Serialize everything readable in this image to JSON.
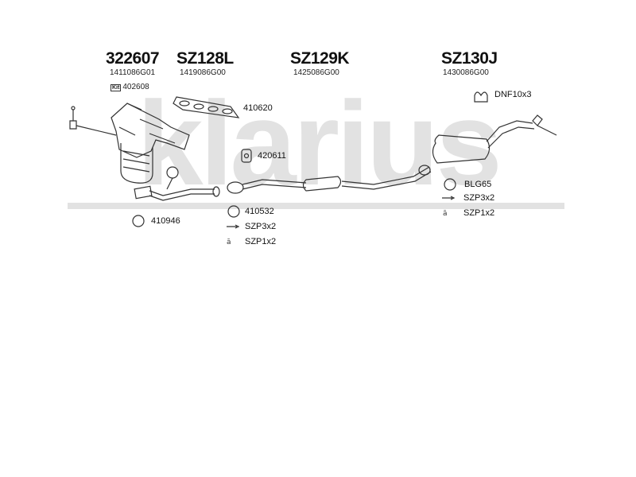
{
  "watermark": "klarius",
  "parts": {
    "p1": {
      "code": "322607",
      "sub": "1411086G01"
    },
    "p2": {
      "code": "SZ128L",
      "sub": "1419086G00"
    },
    "p3": {
      "code": "SZ129K",
      "sub": "1425086G00"
    },
    "p4": {
      "code": "SZ130J",
      "sub": "1430086G00"
    }
  },
  "kit": {
    "badge": "Kit",
    "code": "402608"
  },
  "labels": {
    "l410620": "410620",
    "l420611": "420611",
    "l410532": "410532",
    "l410946": "410946",
    "lszp3_left": "SZP3x2",
    "lszp1_left": "SZP1x2",
    "lblg65": "BLG65",
    "lszp3_right": "SZP3x2",
    "lszp1_right": "SZP1x2",
    "ldnf": "DNF10x3"
  }
}
